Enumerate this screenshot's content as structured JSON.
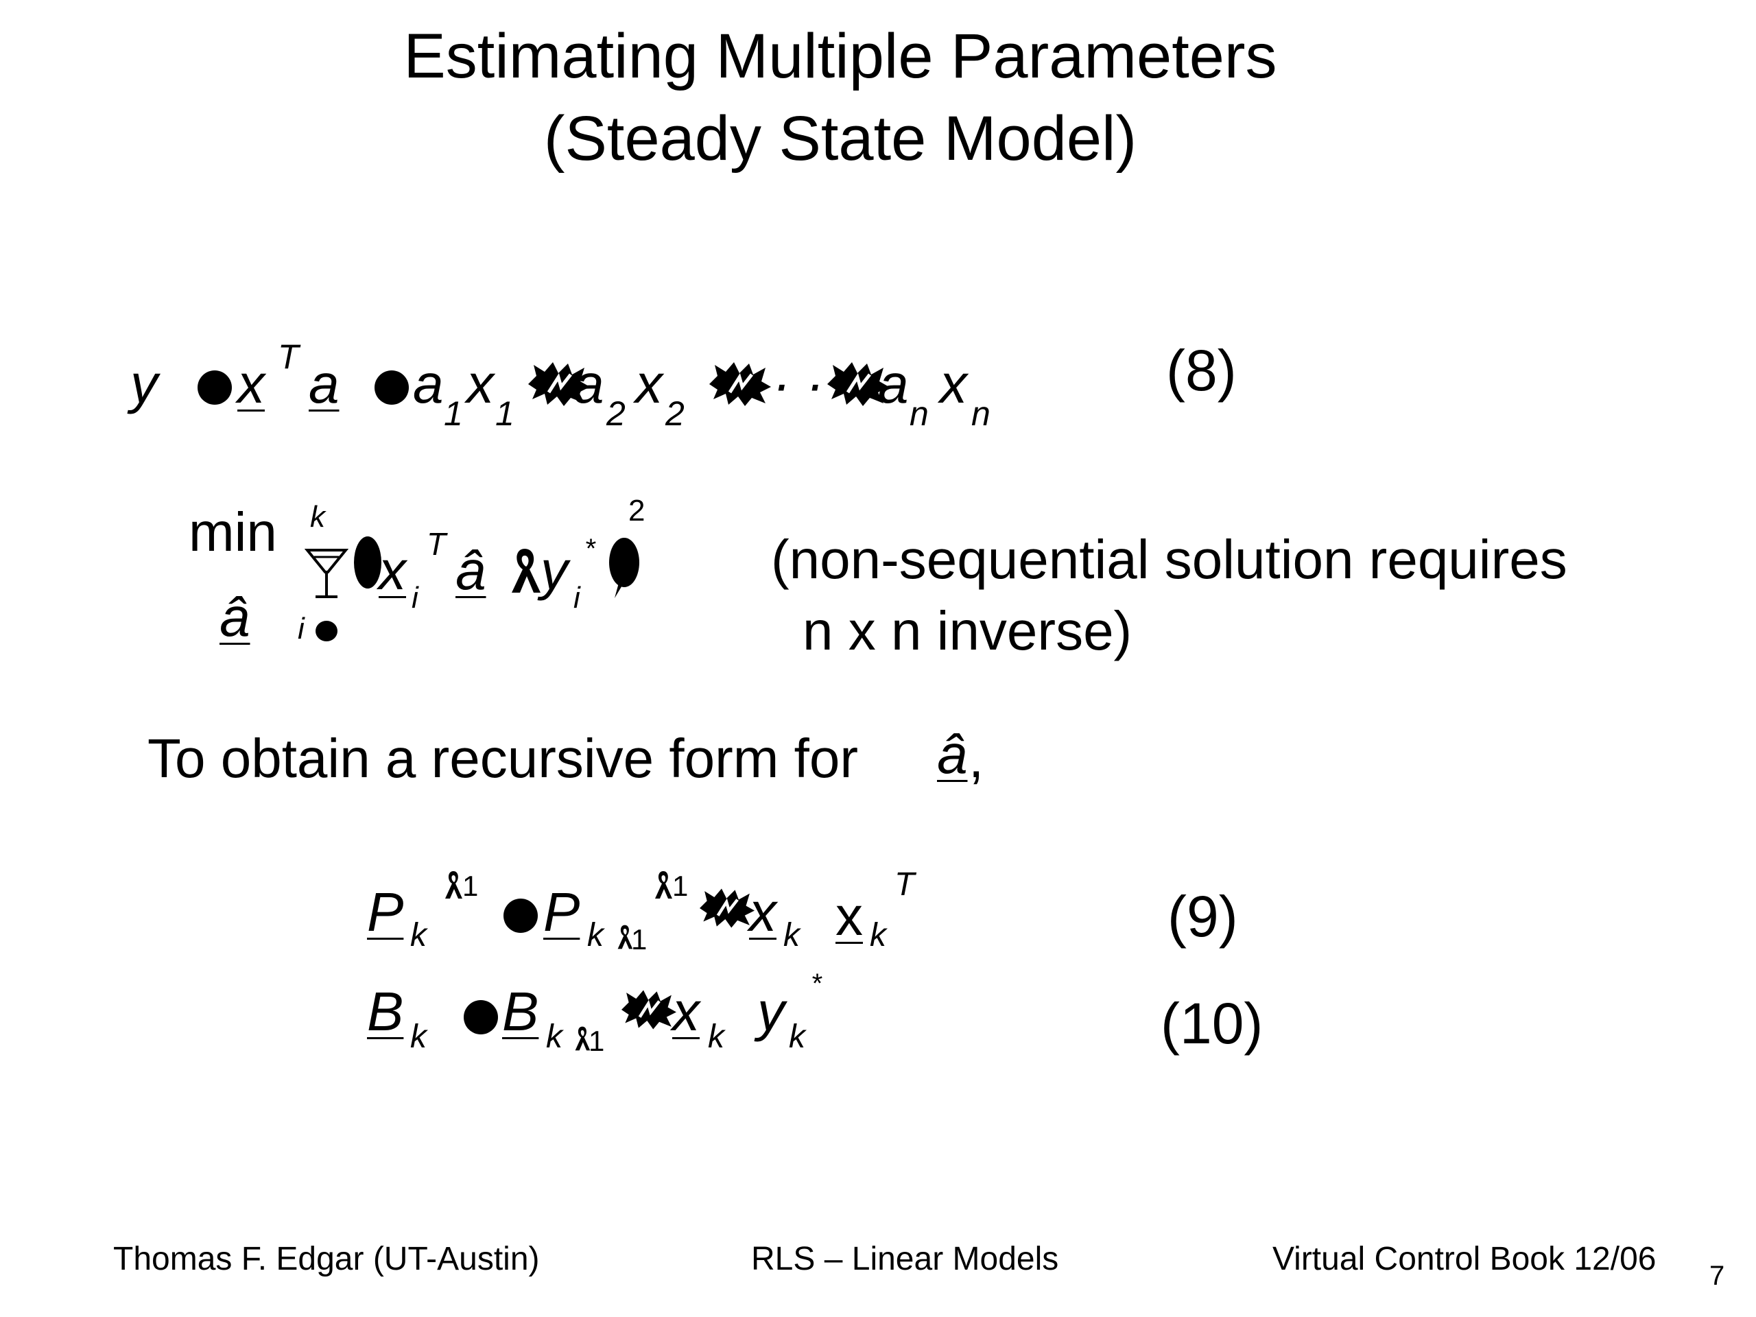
{
  "title": {
    "line1": "Estimating Multiple Parameters",
    "line2": "(Steady State Model)"
  },
  "equations": {
    "eq8": {
      "y": "y",
      "x": "x",
      "T": "T",
      "a": "a",
      "a1": "a",
      "s1a": "1",
      "x1": "x",
      "s1b": "1",
      "a2": "a",
      "s2a": "2",
      "x2": "x",
      "s2b": "2",
      "dots": "· ·",
      "an": "a",
      "sna": "n",
      "xn": "x",
      "snb": "n",
      "number": "(8)"
    },
    "min": {
      "min": "min",
      "ahat_under": "â",
      "k": "k",
      "i": "i",
      "x": "x",
      "i_sub": "i",
      "T": "T",
      "ahat": "â",
      "y": "y",
      "y_sub": "i",
      "star": "*",
      "power": "2",
      "note_line1": "(non-sequential solution requires",
      "note_line2": "n x n inverse)"
    },
    "recursive_intro": {
      "text": "To obtain a recursive form for",
      "ahat": "â",
      "comma": ","
    },
    "eq9": {
      "P": "P",
      "k": "k",
      "inv": "1",
      "P2": "P",
      "k2": "k",
      "one": "1",
      "inv2": "1",
      "x": "x",
      "xk": "k",
      "x2": "x",
      "xk2": "k",
      "T": "T",
      "number": "(9)"
    },
    "eq10": {
      "B": "B",
      "k": "k",
      "B2": "B",
      "k2": "k",
      "one": "1",
      "x": "x",
      "xk": "k",
      "y": "y",
      "yk": "k",
      "star": "*",
      "number": "(10)"
    }
  },
  "footer": {
    "author": "Thomas F. Edgar (UT-Austin)",
    "topic": "RLS – Linear Models",
    "book": "Virtual Control Book 12/06",
    "page": "7"
  }
}
